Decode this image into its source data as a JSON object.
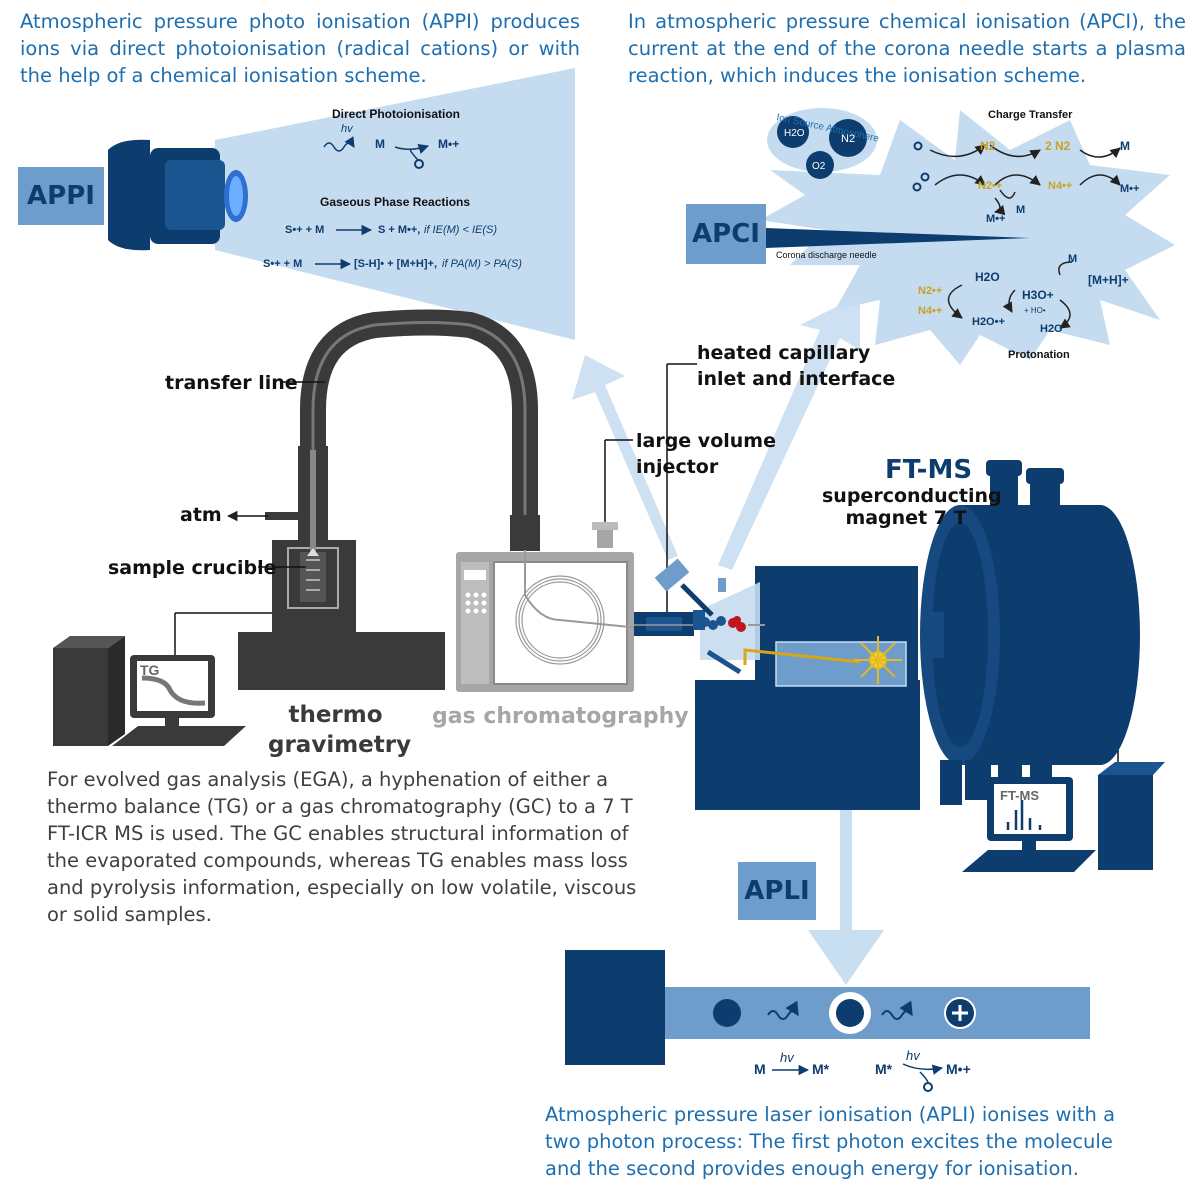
{
  "appi": {
    "label": "APPI",
    "description": "Atmospheric pressure photo ionisation (APPI) produces ions via direct photoionisation (radical cations) or with the help of a chemical ionisation scheme.",
    "direct_title": "Direct Photoionisation",
    "hv": "hv",
    "m": "M",
    "m_radical": "M•+",
    "gas_title": "Gaseous Phase Reactions",
    "r1_left": "S•+ + M",
    "r1_right": "S + M•+,",
    "r1_cond": "if IE(M) < IE(S)",
    "r2_left": "S•+ + M",
    "r2_right": "[S-H]• + [M+H]+,",
    "r2_cond": "if PA(M) > PA(S)"
  },
  "apci": {
    "label": "APCI",
    "description": "In atmospheric pressure chemical ionisation (APCI), the current at the end of the corona needle starts a plasma reaction, which induces the ionisation scheme.",
    "atmosphere_title": "Ion Source Atmosphere",
    "h2o": "H2O",
    "n2": "N2",
    "o2": "O2",
    "charge_transfer": "Charge Transfer",
    "n2_plain": "N2",
    "two_n2": "2 N2",
    "m": "M",
    "n2_radical": "N2•+",
    "n4_radical": "N4•+",
    "m_radical": "M•+",
    "needle": "Corona discharge needle",
    "protonation": "Protonation",
    "h3o": "H3O+",
    "mh": "[M+H]+",
    "ho": "+ HO•",
    "h2o_radical": "H2O•+"
  },
  "setup": {
    "transfer_line": "transfer line",
    "atm": "atm",
    "sample_crucible": "sample crucible",
    "heated_capillary": "heated capillary inlet and interface",
    "lvi": "large volume injector",
    "ftms": "FT-MS",
    "magnet": "superconducting magnet 7 T",
    "tg": "TG",
    "thermo": "thermo gravimetry",
    "gc": "gas chromatography",
    "ftms_screen": "FT-MS"
  },
  "ega_description": "For evolved gas analysis (EGA), a hyphenation of either a thermo balance (TG) or a gas chromatography (GC) to a 7 T FT-ICR MS is used. The GC enables structural information of the evaporated compounds, whereas TG enables mass loss and pyrolysis information, especially on low volatile, viscous or solid samples.",
  "apli": {
    "label": "APLI",
    "description": "Atmospheric pressure laser ionisation (APLI) ionises with a two photon process: The first photon excites the molecule and the second provides enough energy for ionisation.",
    "m": "M",
    "hv": "hv",
    "m_star": "M*",
    "m_radical": "M•+"
  },
  "colors": {
    "navy": "#0d3c6e",
    "light_blue": "#c5dcf0",
    "mid_blue": "#6e9ccb",
    "text_blue": "#1f6fb0",
    "gold": "#c9a227",
    "grey": "#a6a6a6",
    "dark": "#3a3a3a"
  }
}
